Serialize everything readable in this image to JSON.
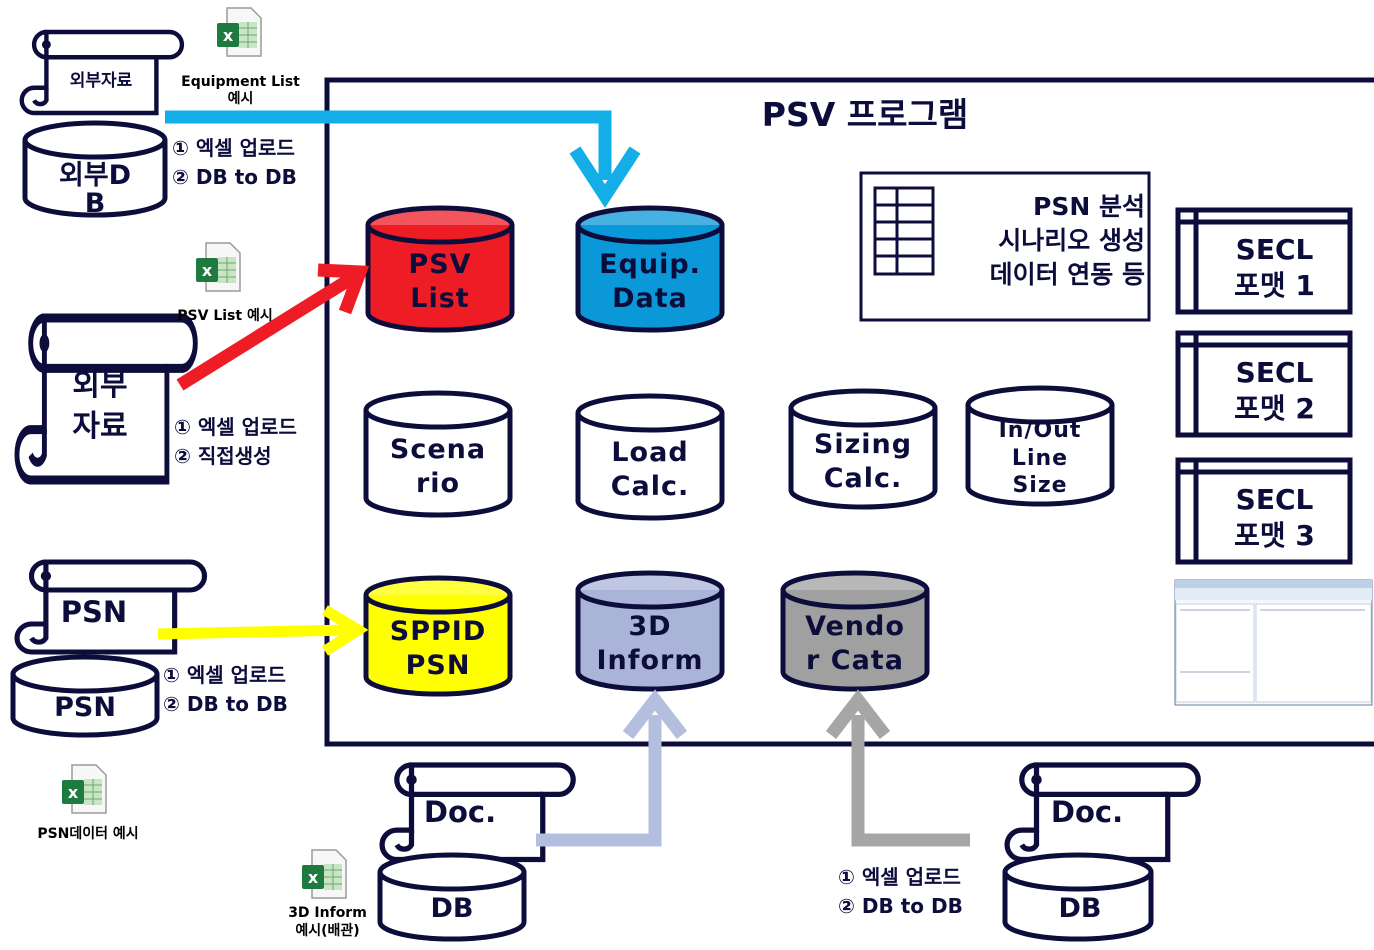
{
  "title": "PSV 프로그램",
  "sources": {
    "ext_doc_top": "외부자료",
    "ext_db": "외부D\nB",
    "ext_doc_mid": "외부\n자료",
    "psn_doc": "PSN",
    "psn_db": "PSN",
    "doc_3d": "Doc.",
    "db_3d": "DB",
    "doc_vendor": "Doc.",
    "db_vendor": "DB"
  },
  "excel_labels": {
    "equipment": "Equipment List\n예시",
    "psv": "PSV List 예시",
    "psn": "PSN데이터 예시",
    "inform3d": "3D Inform\n예시(배관)"
  },
  "steps": {
    "top": "① 엑셀 업로드\n② DB to DB",
    "mid": "① 엑셀 업로드\n② 직접생성",
    "psn": "① 엑셀 업로드\n② DB to DB",
    "vendor": "① 엑셀 업로드\n② DB to DB"
  },
  "databases": [
    {
      "key": "psv_list",
      "label": "PSV\nList",
      "fill": "#ee1c24"
    },
    {
      "key": "equip",
      "label": "Equip.\nData",
      "fill": "#0a98d8"
    },
    {
      "key": "scenario",
      "label": "Scena\nrio",
      "fill": "#ffffff"
    },
    {
      "key": "load",
      "label": "Load\nCalc.",
      "fill": "#ffffff"
    },
    {
      "key": "sizing",
      "label": "Sizing\nCalc.",
      "fill": "#ffffff"
    },
    {
      "key": "inout",
      "label": "In/Out\nLine\nSize",
      "fill": "#ffffff"
    },
    {
      "key": "sppid",
      "label": "SPPID\nPSN",
      "fill": "#ffff00"
    },
    {
      "key": "inform3d",
      "label": "3D\nInform",
      "fill": "#aab4d8"
    },
    {
      "key": "vendor",
      "label": "Vendo\nr Cata",
      "fill": "#a0a0a0"
    }
  ],
  "psn_box": "PSN 분석\n시나리오 생성\n데이터 연동 등",
  "secl": [
    "SECL\n포맷 1",
    "SECL\n포맷 2",
    "SECL\n포맷 3"
  ],
  "colors": {
    "navy": "#0d0d3c",
    "arrow_top": "#13aee8",
    "arrow_red": "#ee1c24",
    "arrow_yellow": "#ffff00",
    "arrow_lavender": "#b4bedf",
    "arrow_gray": "#a6a6a6"
  }
}
